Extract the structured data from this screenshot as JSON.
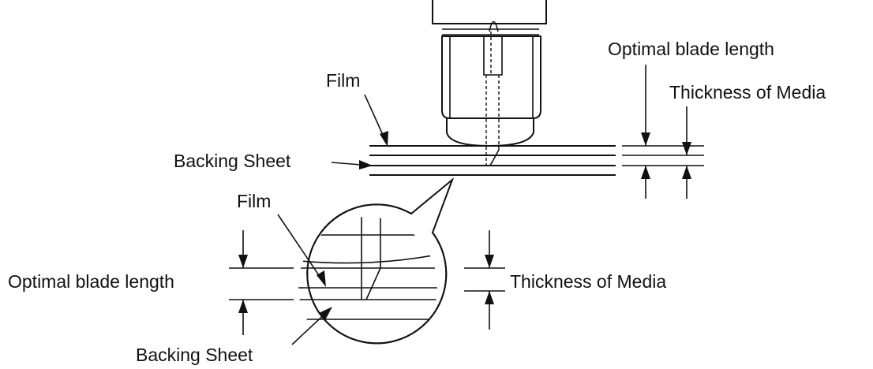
{
  "labels": {
    "top_film": "Film",
    "top_backing_sheet": "Backing Sheet",
    "top_optimal_blade_length": "Optimal blade length",
    "top_thickness_of_media": "Thickness of Media",
    "detail_film": "Film",
    "detail_optimal_blade_length": "Optimal blade length",
    "detail_thickness_of_media": "Thickness of Media",
    "detail_backing_sheet": "Backing Sheet"
  },
  "colors": {
    "line": "#111111",
    "background": "#ffffff"
  }
}
